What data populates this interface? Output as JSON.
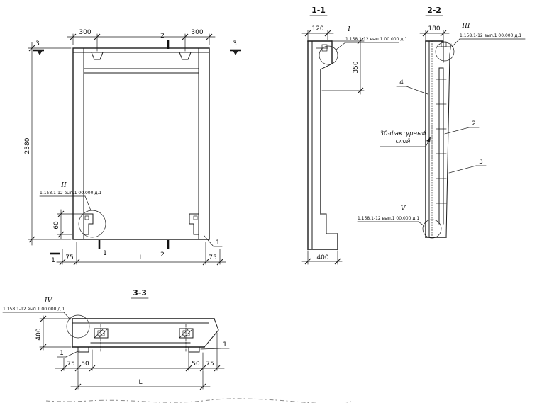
{
  "main": {
    "dim_300": "300",
    "dim_2380": "2380",
    "dim_60": "60",
    "dim_75": "75",
    "dim_L": "L",
    "cut_1": "1",
    "cut_2": "2",
    "cut_3": "3",
    "callout_1": "1",
    "detail_label": "II",
    "annotation": "1.158.1-12 вып.1 00.000 д.1"
  },
  "s11": {
    "title": "1-1",
    "dim_120": "120",
    "dim_350": "350",
    "dim_400": "400",
    "detail_label": "I",
    "annotation": "1.158.1-12 вып.1 00.000 д.1"
  },
  "s22": {
    "title": "2-2",
    "dim_180": "180",
    "detail_top": "III",
    "detail_bottom": "V",
    "annotation_top": "1.158.1-12 вып.1 00.000 д.1",
    "annotation_bottom": "1.158.1-12 вып.1 00.000 д.1",
    "callout_2": "2",
    "callout_3": "3",
    "callout_4": "4",
    "note_line1": "30-фактурный",
    "note_line2": "слой"
  },
  "s33": {
    "title": "3-3",
    "detail_label": "IV",
    "annotation": "1.158.1-12 вып.1 00.000 д.1",
    "dim_400": "400",
    "callout_1": "1",
    "dim_75": "75",
    "dim_50": "50",
    "dim_L": "L"
  }
}
